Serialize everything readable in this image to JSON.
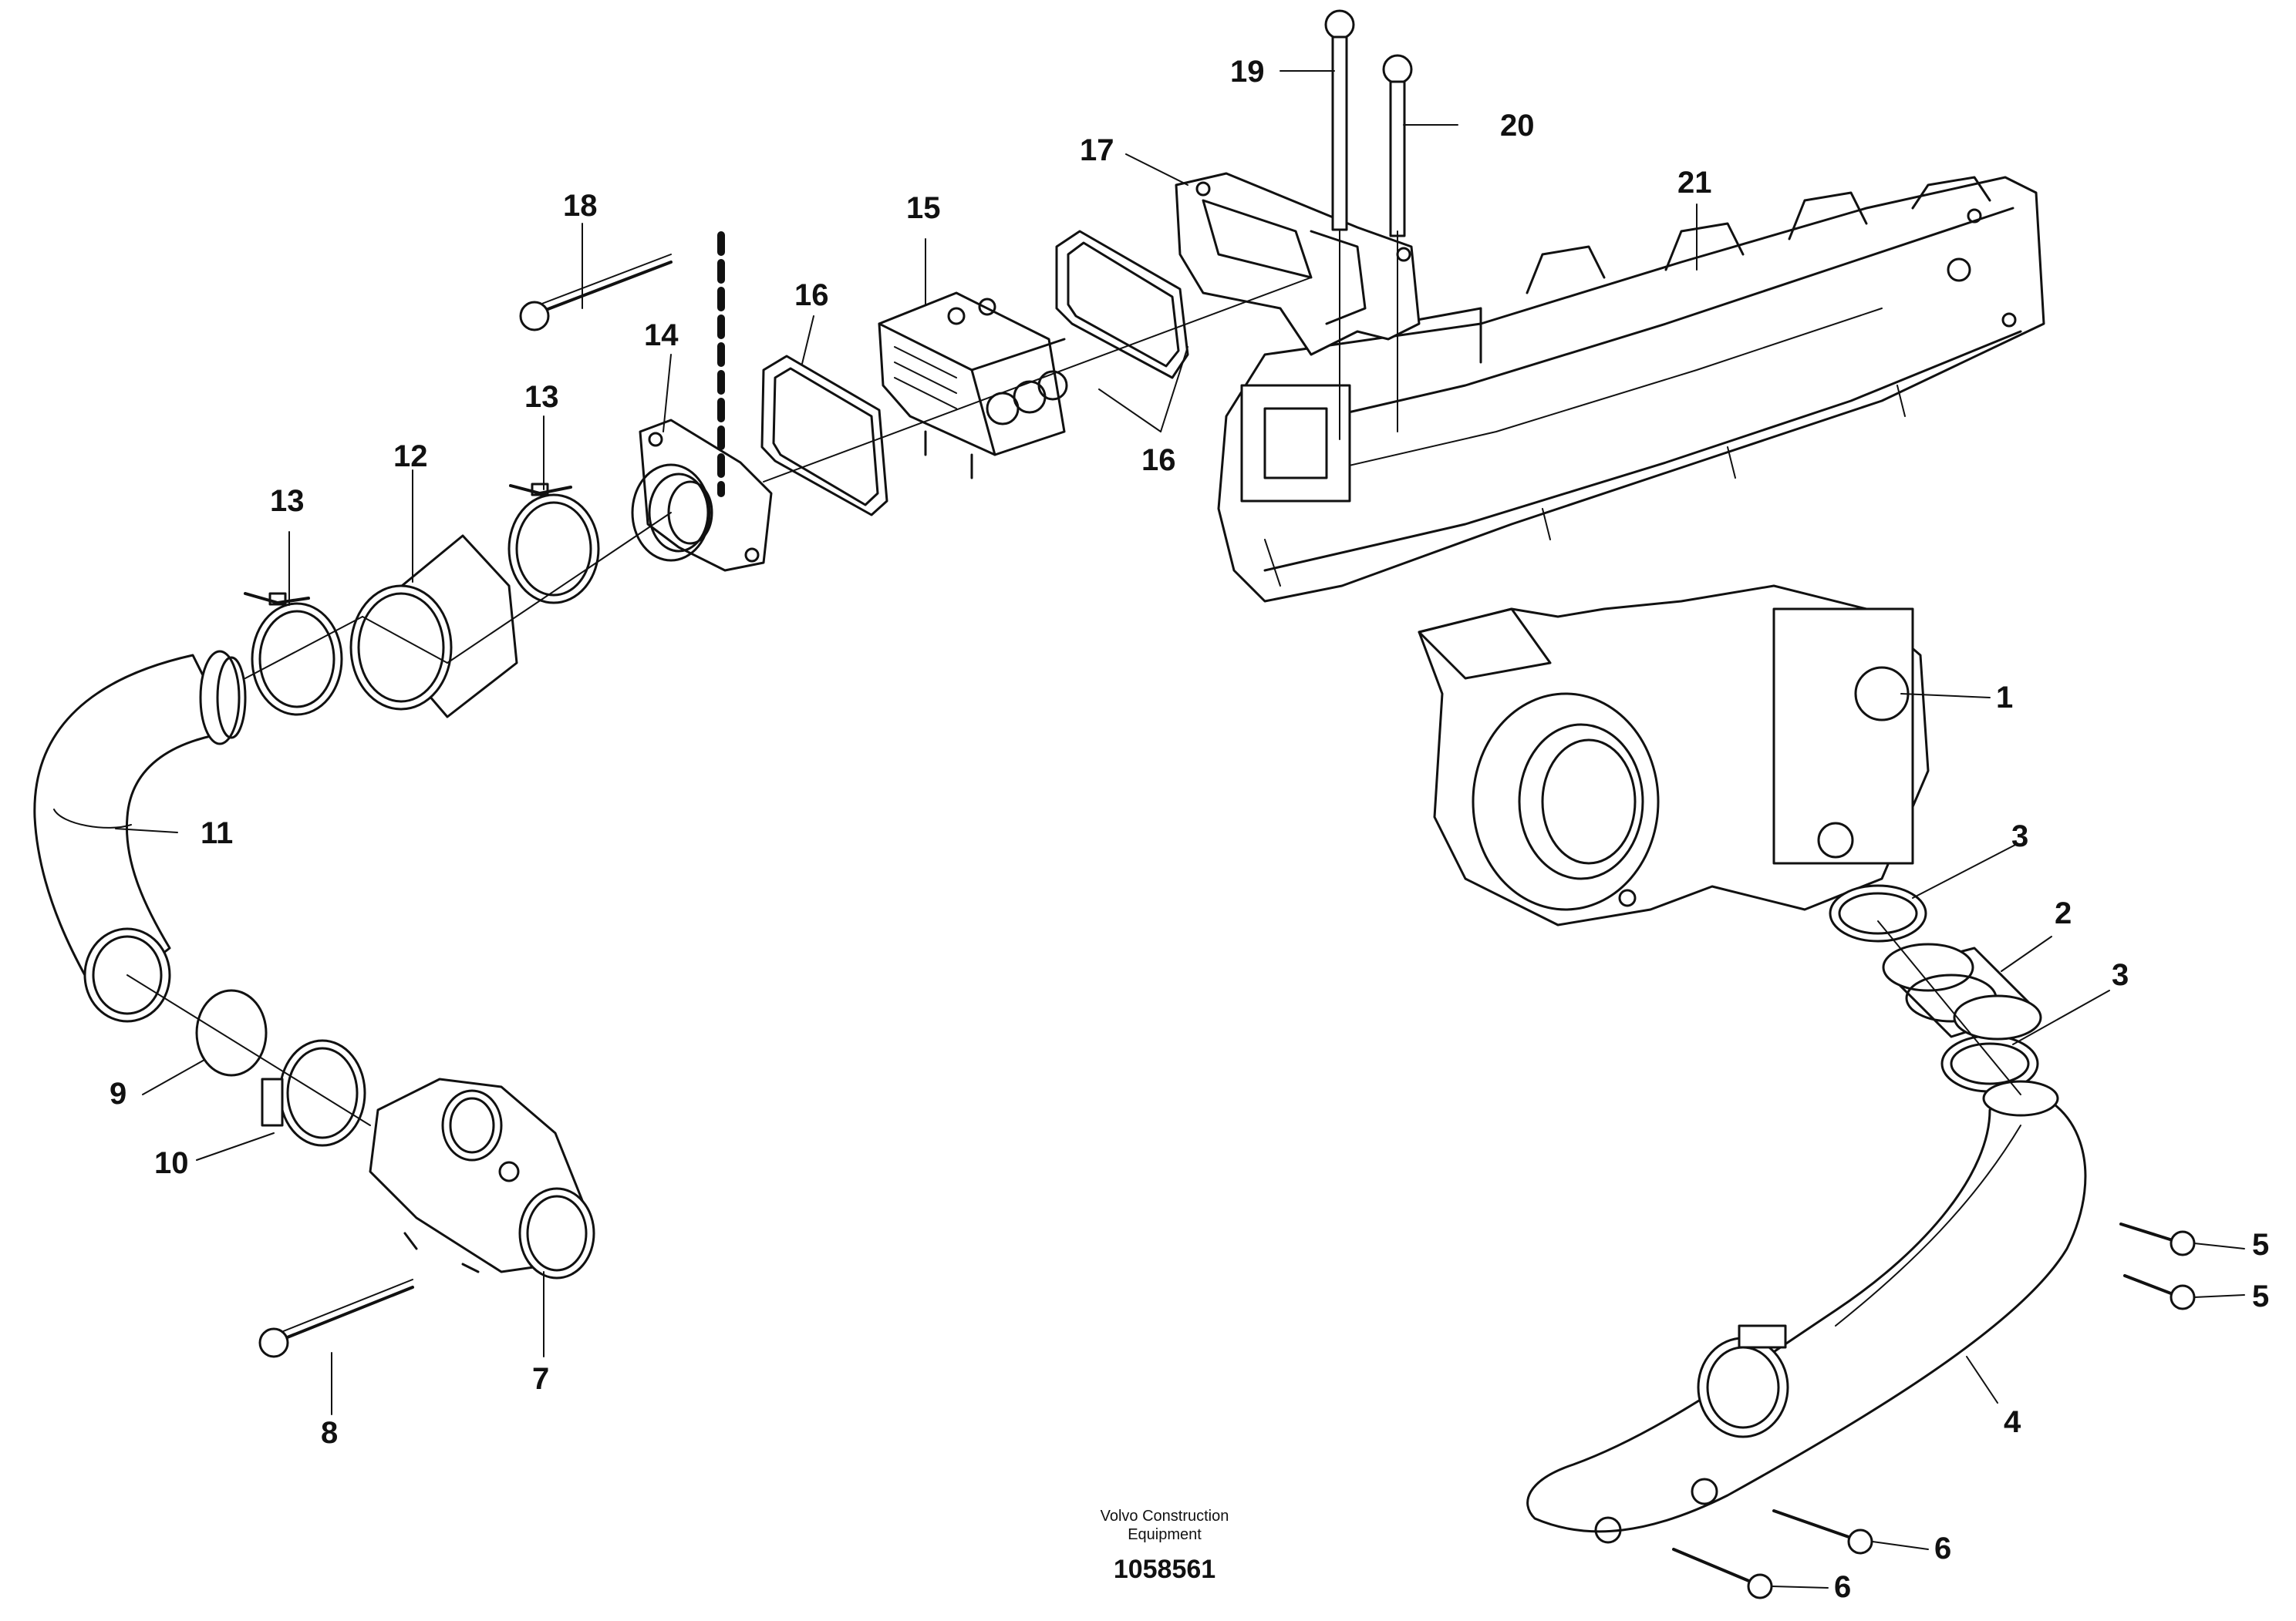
{
  "diagram": {
    "callouts": [
      "1",
      "2",
      "3",
      "3",
      "4",
      "5",
      "5",
      "6",
      "6",
      "7",
      "8",
      "9",
      "10",
      "11",
      "12",
      "13",
      "13",
      "14",
      "15",
      "16",
      "16",
      "17",
      "18",
      "19",
      "20",
      "21"
    ]
  },
  "footer": {
    "brand_line1": "Volvo Construction",
    "brand_line2": "Equipment",
    "document_number": "1058561"
  }
}
